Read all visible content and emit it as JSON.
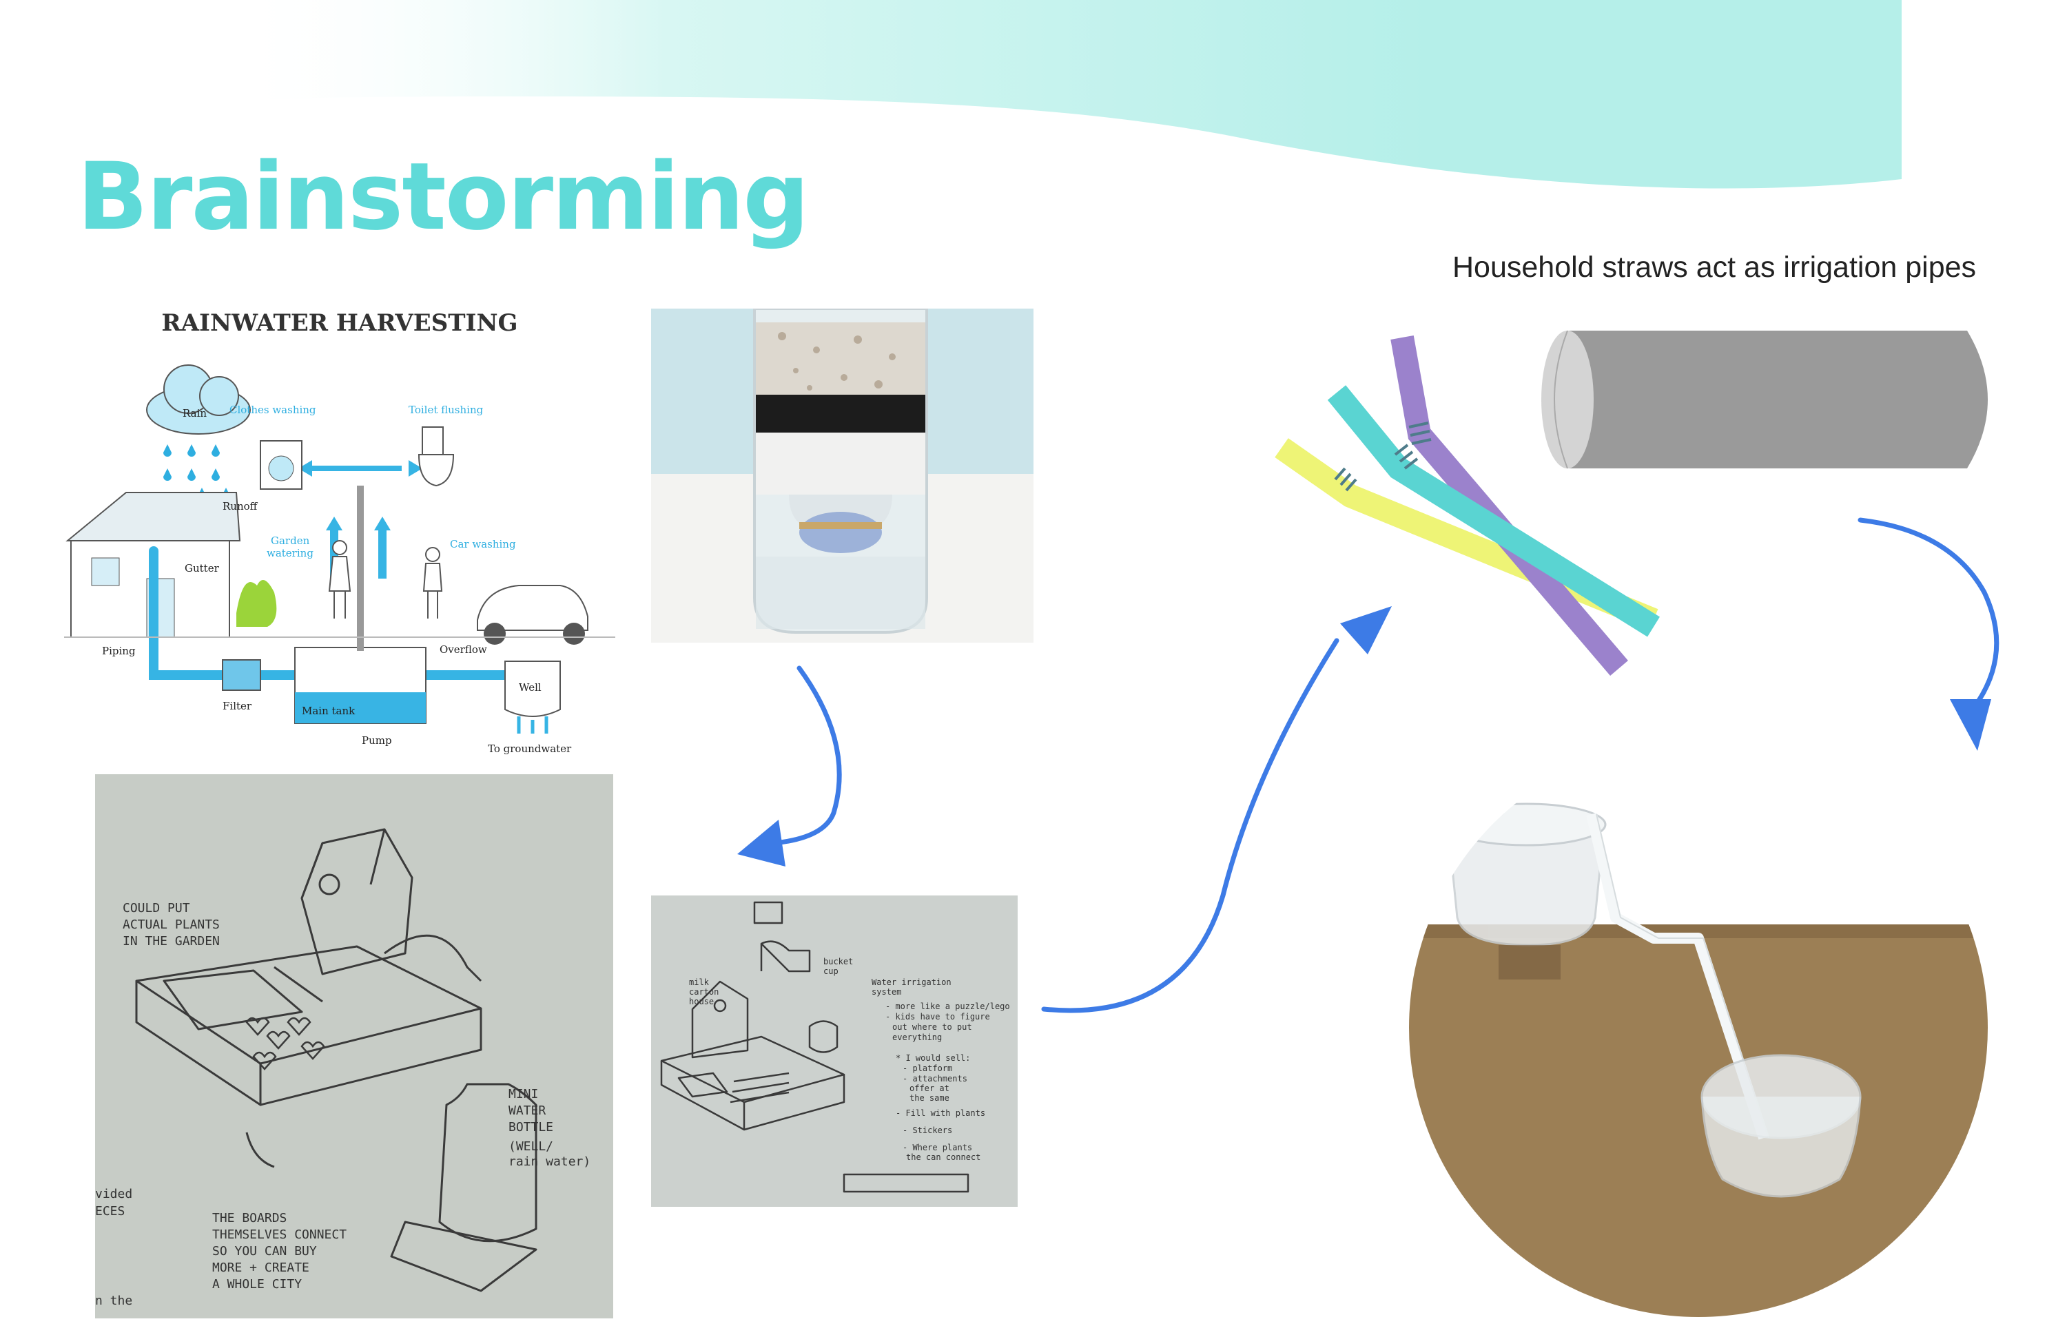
{
  "title": "Brainstorming",
  "caption": "Household straws act as irrigation pipes",
  "colors": {
    "accent": "#5fdad8",
    "arrow": "#3d7be6",
    "wave": "#b5efe9"
  },
  "rainwater": {
    "heading": "RAINWATER HARVESTING",
    "labels": {
      "rain": "Rain",
      "clothes": "Clothes washing",
      "toilet": "Toilet flushing",
      "runoff": "Runoff",
      "garden": "Garden",
      "watering": "watering",
      "car": "Car washing",
      "gutter": "Gutter",
      "piping": "Piping",
      "overflow": "Overflow",
      "filter": "Filter",
      "main_tank": "Main tank",
      "well": "Well",
      "pump": "Pump",
      "groundwater": "To groundwater"
    }
  },
  "sketch1": {
    "note_top": [
      "COULD PUT",
      "ACTUAL PLANTS",
      "IN THE GARDEN"
    ],
    "note_right": [
      "MINI",
      "WATER",
      "BOTTLE",
      "(WELL/",
      "rain water)"
    ],
    "note_bottom": [
      "THE BOARDS",
      "THEMSELVES CONNECT",
      "SO YOU CAN BUY",
      "MORE + CREATE",
      "A WHOLE CITY"
    ],
    "note_left": [
      "vided",
      "ECES"
    ],
    "note_cut": "n the"
  },
  "sketch2": {
    "note_a": [
      "milk",
      "carton",
      "house"
    ],
    "note_b": [
      "bucket",
      "cup"
    ],
    "note_c": [
      "Water irrigation",
      "system"
    ],
    "bullets": [
      "- more like a puzzle/lego",
      "- kids have to figure",
      "out where to put",
      "everything",
      "* I would sell:",
      "- platform",
      "- attachments",
      "offer at",
      "the same",
      "- Fill with plants",
      "- Stickers",
      "- Where plants",
      "the can connect"
    ]
  },
  "icons": [
    "flow-arrow-icon",
    "straws-icon",
    "cylinder-icon"
  ]
}
